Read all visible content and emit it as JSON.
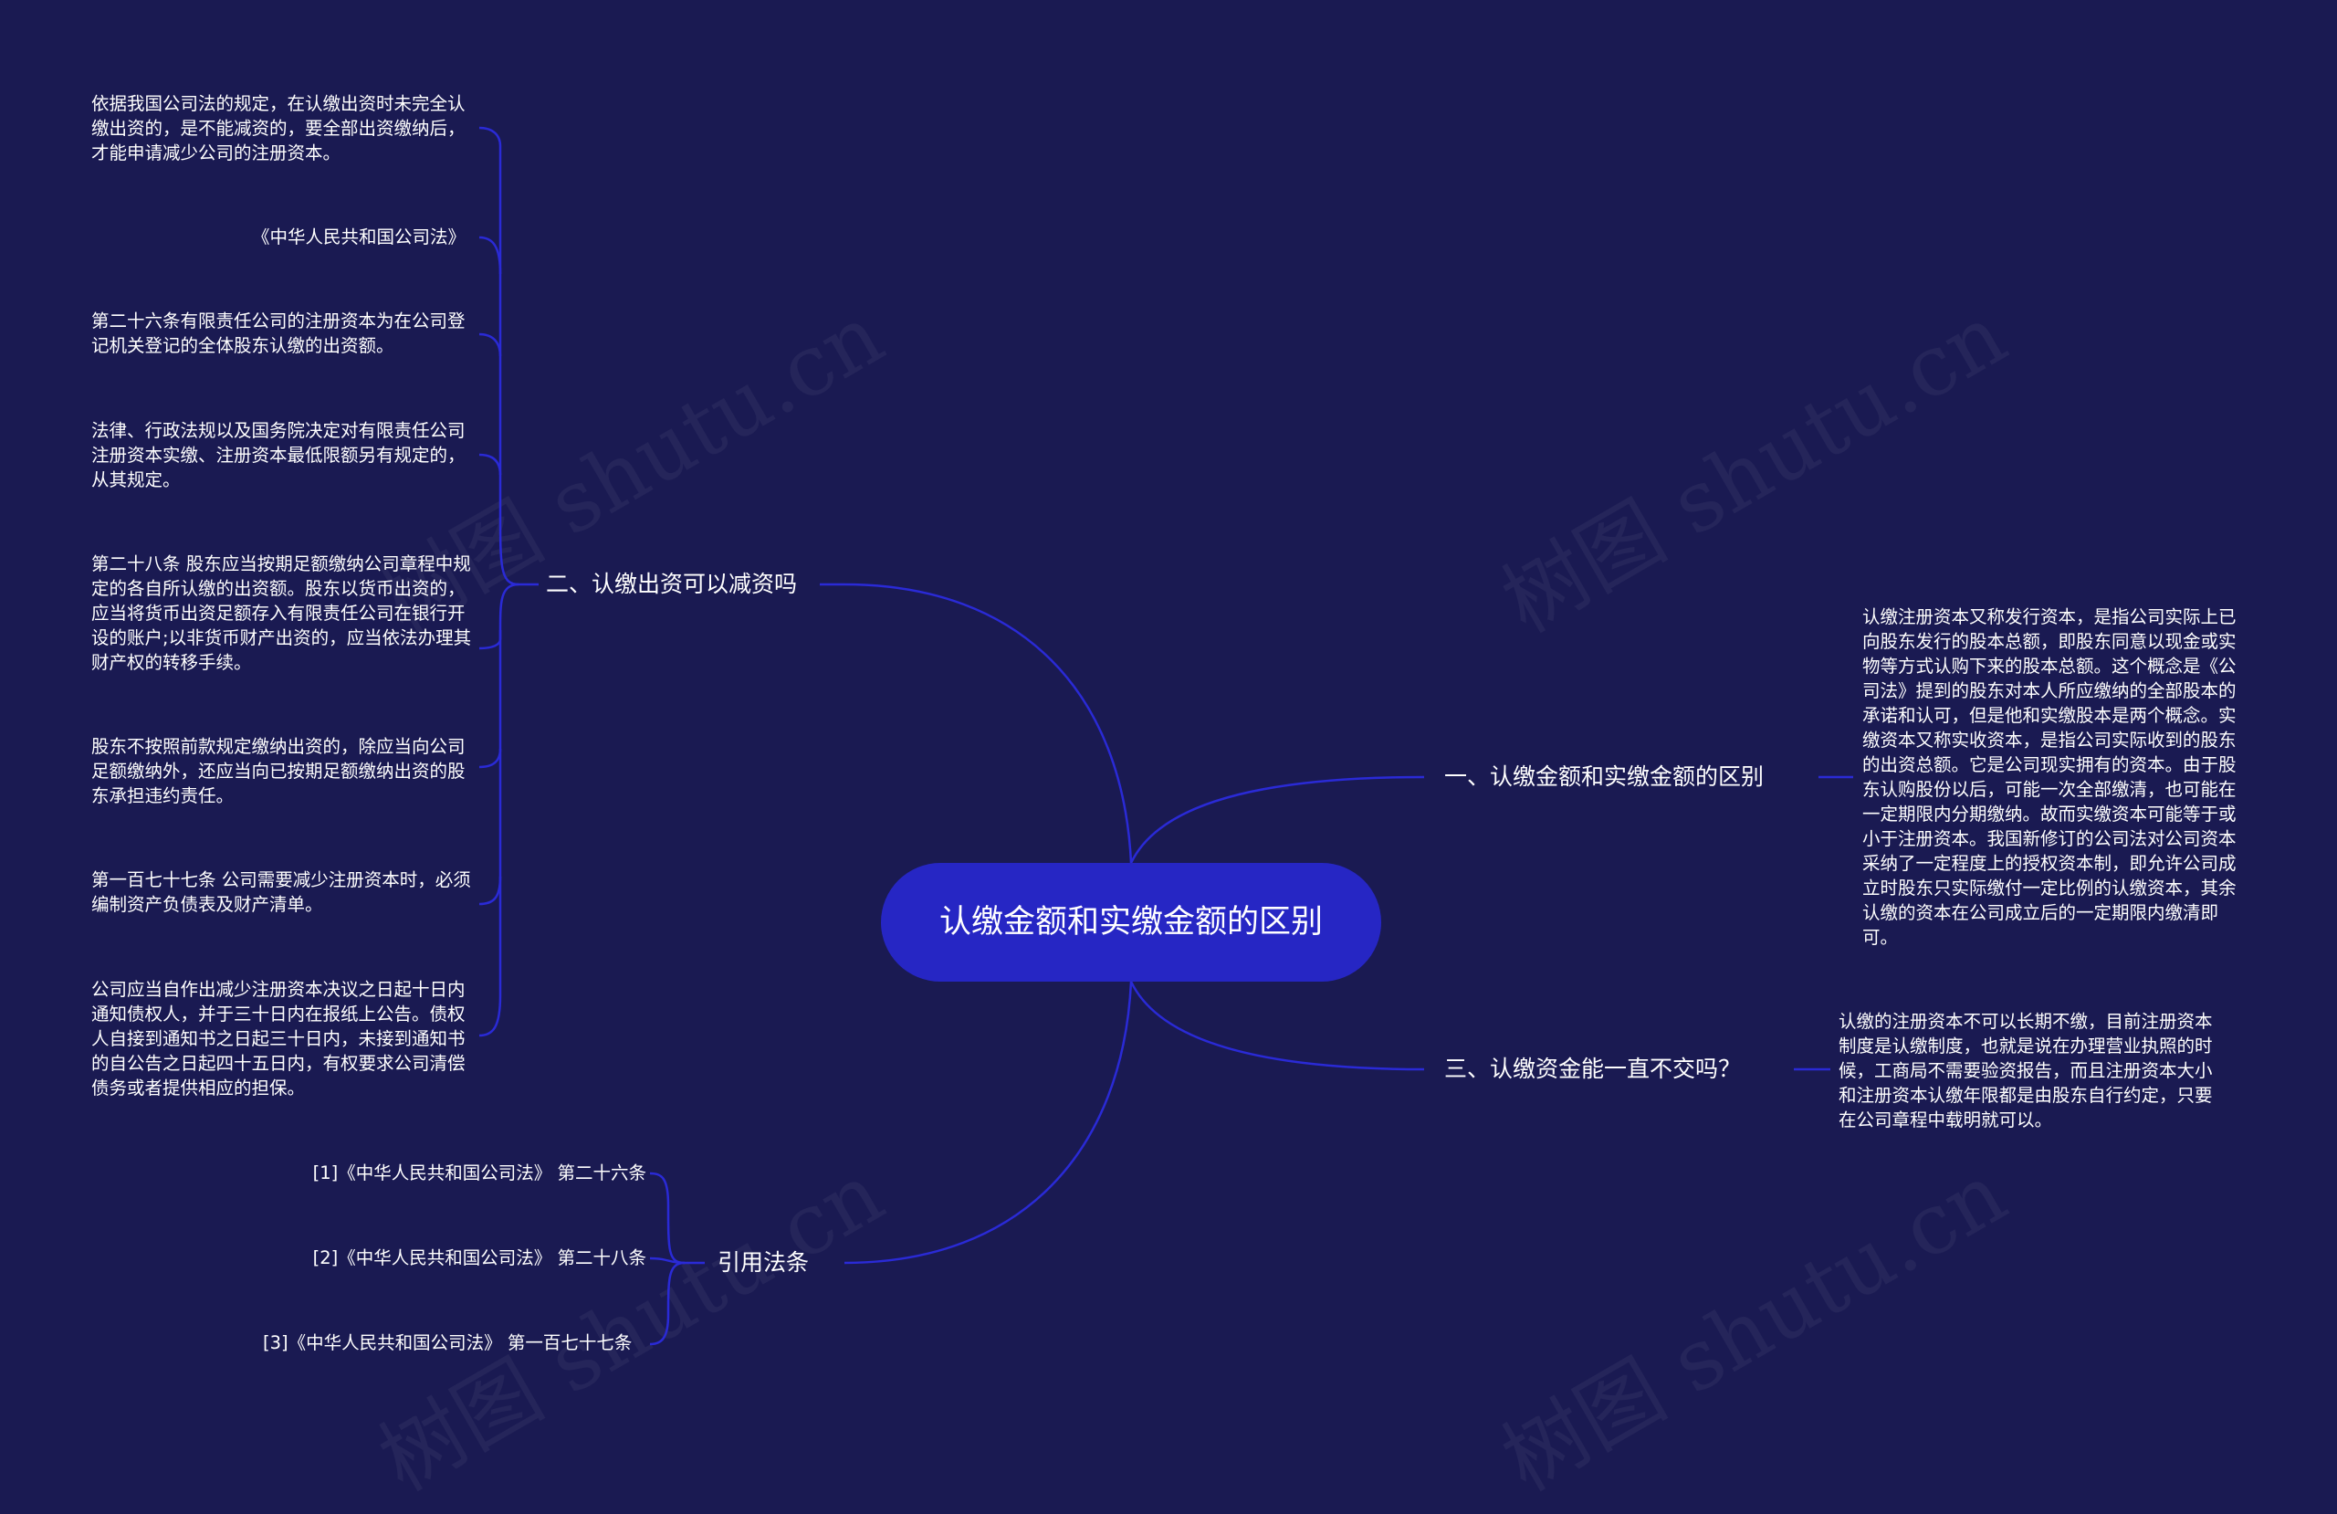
{
  "watermark": "树图 shutu.cn",
  "root": {
    "label": "认缴金额和实缴金额的区别"
  },
  "branches": {
    "b1": {
      "label": "一、认缴金额和实缴金额的区别",
      "leaf": "认缴注册资本又称发行资本，是指公司实际上已向股东发行的股本总额，即股东同意以现金或实物等方式认购下来的股本总额。这个概念是《公司法》提到的股东对本人所应缴纳的全部股本的承诺和认可，但是他和实缴股本是两个概念。实缴资本又称实收资本，是指公司实际收到的股东的出资总额。它是公司现实拥有的资本。由于股东认购股份以后，可能一次全部缴清，也可能在一定期限内分期缴纳。故而实缴资本可能等于或小于注册资本。我国新修订的公司法对公司资本采纳了一定程度上的授权资本制，即允许公司成立时股东只实际缴付一定比例的认缴资本，其余认缴的资本在公司成立后的一定期限内缴清即可。"
    },
    "b2": {
      "label": "二、认缴出资可以减资吗",
      "leaves": [
        "依据我国公司法的规定，在认缴出资时未完全认缴出资的，是不能减资的，要全部出资缴纳后，才能申请减少公司的注册资本。",
        "《中华人民共和国公司法》",
        "第二十六条有限责任公司的注册资本为在公司登记机关登记的全体股东认缴的出资额。",
        "法律、行政法规以及国务院决定对有限责任公司注册资本实缴、注册资本最低限额另有规定的，从其规定。",
        "第二十八条 股东应当按期足额缴纳公司章程中规定的各自所认缴的出资额。股东以货币出资的，应当将货币出资足额存入有限责任公司在银行开设的账户;以非货币财产出资的，应当依法办理其财产权的转移手续。",
        "股东不按照前款规定缴纳出资的，除应当向公司足额缴纳外，还应当向已按期足额缴纳出资的股东承担违约责任。",
        "第一百七十七条 公司需要减少注册资本时，必须编制资产负债表及财产清单。",
        "公司应当自作出减少注册资本决议之日起十日内通知债权人，并于三十日内在报纸上公告。债权人自接到通知书之日起三十日内，未接到通知书的自公告之日起四十五日内，有权要求公司清偿债务或者提供相应的担保。"
      ]
    },
    "b3": {
      "label": "三、认缴资金能一直不交吗？",
      "leaf": "认缴的注册资本不可以长期不缴，目前注册资本制度是认缴制度，也就是说在办理营业执照的时候，工商局不需要验资报告，而且注册资本大小和注册资本认缴年限都是由股东自行约定，只要在公司章程中载明就可以。"
    },
    "b4": {
      "label": "引用法条",
      "leaves": [
        "[1]《中华人民共和国公司法》 第二十六条",
        "[2]《中华人民共和国公司法》 第二十八条",
        "[3]《中华人民共和国公司法》 第一百七十七条"
      ]
    }
  },
  "colors": {
    "background": "#1a1a52",
    "root": "#2626c4",
    "line": "#2a2ad6",
    "text": "#ffffff"
  }
}
